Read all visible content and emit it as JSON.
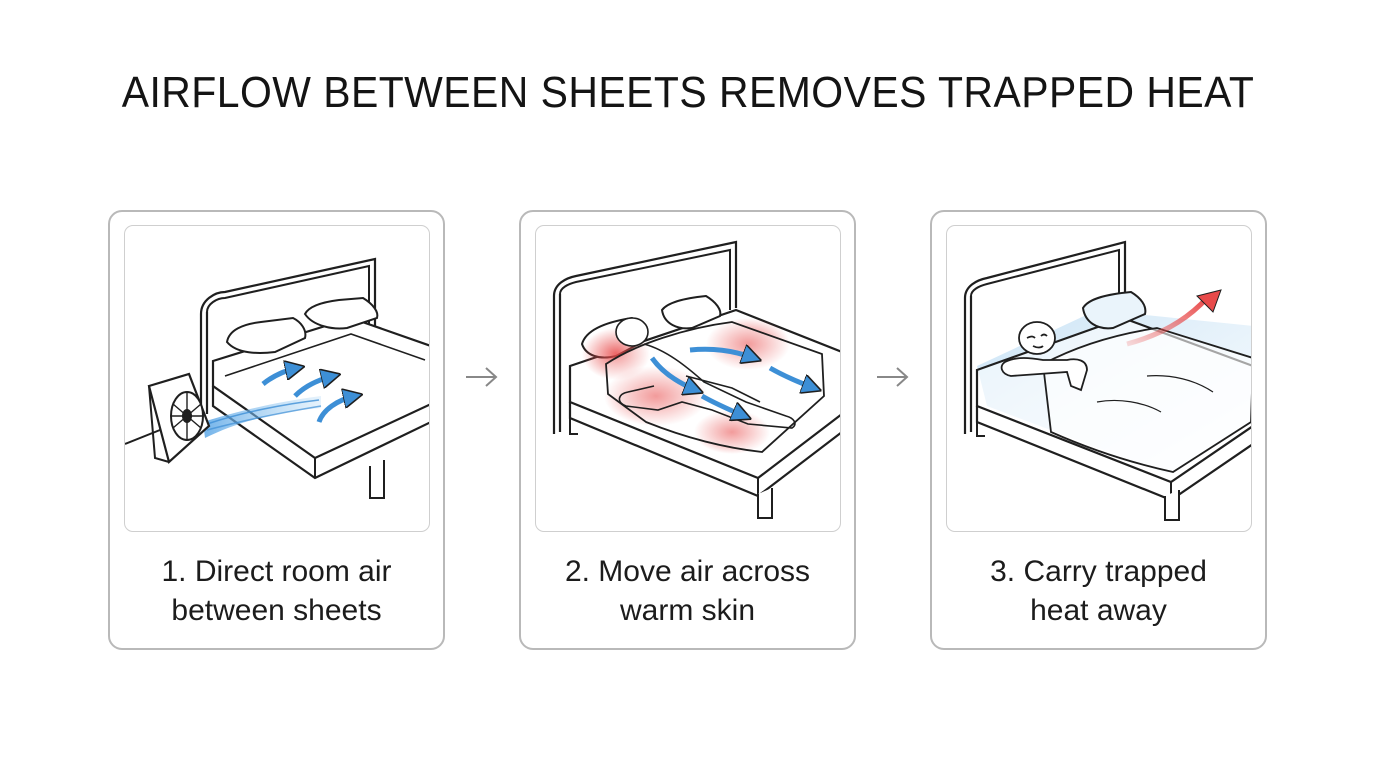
{
  "title": "AIRFLOW BETWEEN SHEETS REMOVES TRAPPED HEAT",
  "steps": [
    {
      "caption_line1": "1. Direct room air",
      "caption_line2": "between sheets"
    },
    {
      "caption_line1": "2. Move air across",
      "caption_line2": "warm skin"
    },
    {
      "caption_line1": "3. Carry trapped",
      "caption_line2": "heat away"
    }
  ],
  "colors": {
    "airflow_blue": "#3d8fd6",
    "heat_red": "#e84a4a",
    "cool_glow": "#cfe6f6",
    "line": "#1f1f1f",
    "panel_border": "#b9b9b9"
  },
  "icons": {
    "step_separator": "arrow-right-icon",
    "fan": "box-fan-icon",
    "exit_arrow": "curved-arrow-up-right-icon"
  }
}
